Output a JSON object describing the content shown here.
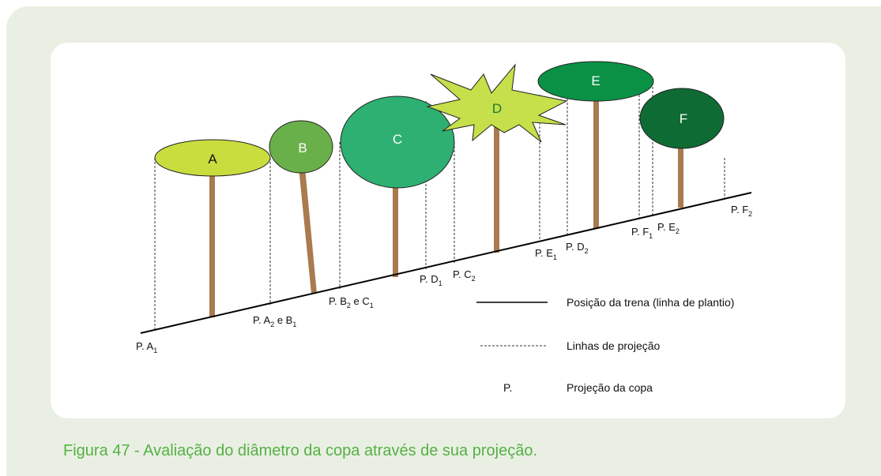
{
  "caption": "Figura 47 - Avaliação do diâmetro da copa através de sua projeção.",
  "colors": {
    "background_frame": "#e9f0e3",
    "caption_green": "#56b045",
    "trunk": "#a97b4f",
    "crown_a": "#c9dd3f",
    "crown_b": "#6ab04a",
    "crown_c": "#2db071",
    "crown_d": "#c5e04a",
    "crown_e": "#0a9145",
    "crown_f": "#0e6b34"
  },
  "trees": [
    {
      "letter": "A"
    },
    {
      "letter": "B"
    },
    {
      "letter": "C"
    },
    {
      "letter": "D"
    },
    {
      "letter": "E"
    },
    {
      "letter": "F"
    }
  ],
  "projection_points": [
    {
      "prefix": "P. A",
      "sub1": "1",
      "mid": "",
      "sub2": ""
    },
    {
      "prefix": "P. A",
      "sub1": "2",
      "mid": " e B",
      "sub2": "1"
    },
    {
      "prefix": "P. B",
      "sub1": "2",
      "mid": " e C",
      "sub2": "1"
    },
    {
      "prefix": "P. D",
      "sub1": "1",
      "mid": "",
      "sub2": ""
    },
    {
      "prefix": "P. C",
      "sub1": "2",
      "mid": "",
      "sub2": ""
    },
    {
      "prefix": "P. E",
      "sub1": "1",
      "mid": "",
      "sub2": ""
    },
    {
      "prefix": "P. D",
      "sub1": "2",
      "mid": "",
      "sub2": ""
    },
    {
      "prefix": "P. F",
      "sub1": "1",
      "mid": "",
      "sub2": ""
    },
    {
      "prefix": "P. E",
      "sub1": "2",
      "mid": "",
      "sub2": ""
    },
    {
      "prefix": "P. F",
      "sub1": "2",
      "mid": "",
      "sub2": ""
    }
  ],
  "legend": [
    {
      "symbol": "solid-line",
      "label": "Posição da trena (linha de plantio)"
    },
    {
      "symbol": "dashed-line",
      "label": "Linhas de projeção"
    },
    {
      "symbol": "text",
      "symbol_text": "P.",
      "label": "Projeção da copa"
    }
  ]
}
